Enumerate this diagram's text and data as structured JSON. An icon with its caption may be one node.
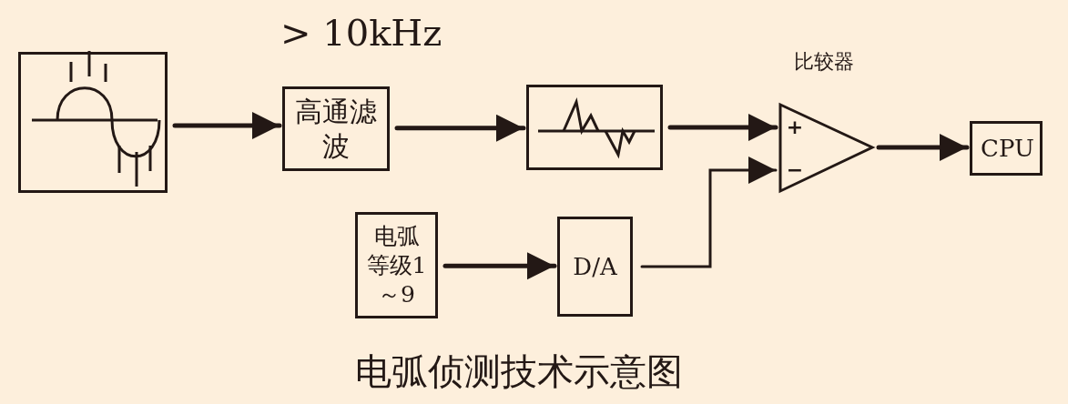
{
  "diagram": {
    "caption": "电弧侦测技术示意图",
    "nodes": [
      {
        "text": [],
        "shape": "picture"
      },
      {
        "text": [
          "高通滤波"
        ],
        "beside": [
          "> 10kHz"
        ]
      },
      {
        "text": [],
        "shape": "picture"
      },
      {
        "text": [
          "比较器",
          "+",
          "−"
        ]
      },
      {
        "text": [
          "CPU"
        ]
      },
      {
        "text": [
          "电弧等级1～9"
        ]
      },
      {
        "text": [
          "D/A"
        ]
      }
    ],
    "edges": [
      {
        "from": 0,
        "to": 1,
        "arrow": "to"
      },
      {
        "from": 1,
        "to": 2,
        "arrow": "to"
      },
      {
        "from": 2,
        "to": 3,
        "arrow": "to"
      },
      {
        "from": 6,
        "to": 3,
        "arrow": "to"
      },
      {
        "from": 3,
        "to": 4,
        "arrow": "to"
      },
      {
        "from": 5,
        "to": 6,
        "arrow": "to"
      }
    ]
  }
}
